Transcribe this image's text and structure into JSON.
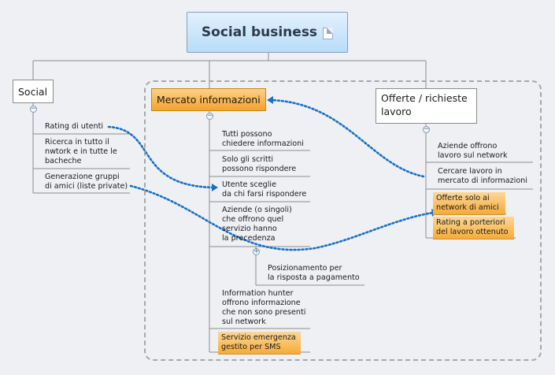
{
  "root": {
    "title": "Social business",
    "icon": "document-icon"
  },
  "branches": {
    "social": {
      "label": "Social",
      "items": [
        {
          "text": "Rating di utenti"
        },
        {
          "text": "Ricerca in tutto il\nnwtork e in tutte le\nbacheche"
        },
        {
          "text": "Generazione gruppi\ndi amici (liste private)"
        }
      ]
    },
    "mercato": {
      "label": "Mercato informazioni",
      "items": [
        {
          "text": "Tutti possono\nchiedere informazioni"
        },
        {
          "text": "Solo gli scritti\npossono rispondere"
        },
        {
          "text": "Utente sceglie\nda chi farsi rispondere"
        },
        {
          "text": "Aziende (o singoli)\nche offrono quel\nservizio hanno\nla precedenza"
        },
        {
          "text": "Information hunter\noffrono informazione\nche non sono presenti\nsul network"
        },
        {
          "text": "Servizio emergenza\ngestito per SMS"
        }
      ],
      "subitem": {
        "text": "Posizionamento per\nla risposta a pagamento"
      }
    },
    "offerte": {
      "label": "Offerte / richieste\nlavoro",
      "items": [
        {
          "text": "Aziende offrono\nlavoro sul network"
        },
        {
          "text": "Cercare lavoro in\nmercato di informazioni"
        },
        {
          "text": "Offerte solo ai\nnetwork di amici"
        },
        {
          "text": "Rating a porteriori\ndel lavoro ottenuto"
        }
      ]
    }
  },
  "colors": {
    "relationship_line": "#1a6fc4",
    "highlight_fill": "#f5ac36",
    "root_fill": "#b8dcf8"
  }
}
